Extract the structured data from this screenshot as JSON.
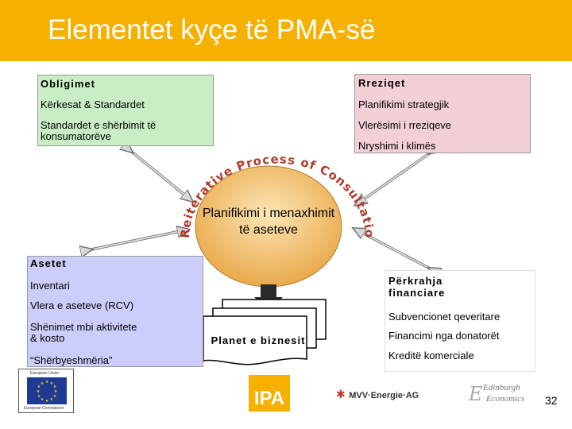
{
  "header": {
    "title": "Elementet kyçe të PMA-së"
  },
  "obligations": {
    "heading": "Obligimet",
    "items": [
      "Kërkesat & Standardet",
      "Standardet e shërbimit të",
      "konsumatorëve"
    ]
  },
  "risks": {
    "heading": "Rreziqet",
    "items": [
      "Planifikimi strategjik",
      "Vlerësimi i rreziqeve",
      "Nryshimi i klimës"
    ]
  },
  "center": {
    "arc_text": "Reiterative Process of Consultation and Review",
    "line1": "Planifikimi i menaxhimit",
    "line2": "të aseteve"
  },
  "assets": {
    "heading": "Asetet",
    "items": [
      "Inventari",
      "Vlera e aseteve (RCV)",
      "Shënimet mbi aktivitete",
      "& kosto",
      "“Shërbyeshmëria”"
    ]
  },
  "finance": {
    "heading_line1": "Përkrahja",
    "heading_line2": "financiare",
    "items": [
      "Subvencionet qeveritare",
      "Financimi nga donatorët",
      "Kreditë komerciale"
    ]
  },
  "plans": {
    "label": "Planet e biznesit"
  },
  "logos": {
    "eu_caption": "European Union",
    "eu_footer": "European Commission",
    "ipa": "IPA",
    "mvv": "MVV·Energie·AG",
    "edinburgh_line1": "Edinburgh",
    "edinburgh_line2": "Economics"
  },
  "page_number": "32",
  "colors": {
    "header": "#f5b000",
    "obligations_bg": "#c9eec5",
    "risks_bg": "#f3cfd6",
    "assets_bg": "#cdcdfb",
    "finance_bg": "#ffffff",
    "center_fill": "#f0c27a",
    "arc_text": "#b03a2a"
  }
}
